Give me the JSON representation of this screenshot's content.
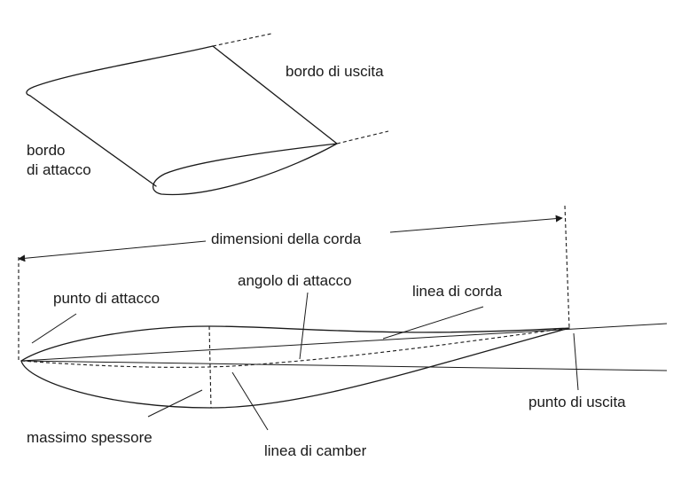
{
  "labels": {
    "trailing_edge": "bordo di uscita",
    "leading_edge_1": "bordo",
    "leading_edge_2": "di attacco",
    "chord_dimensions": "dimensioni della corda",
    "angle_of_attack": "angolo di attacco",
    "chord_line": "linea di corda",
    "leading_point": "punto di attacco",
    "max_thickness": "massimo spessore",
    "trailing_point": "punto di uscita",
    "camber_line": "linea di camber"
  },
  "colors": {
    "ink": "#1a1a1a",
    "background": "#ffffff"
  }
}
